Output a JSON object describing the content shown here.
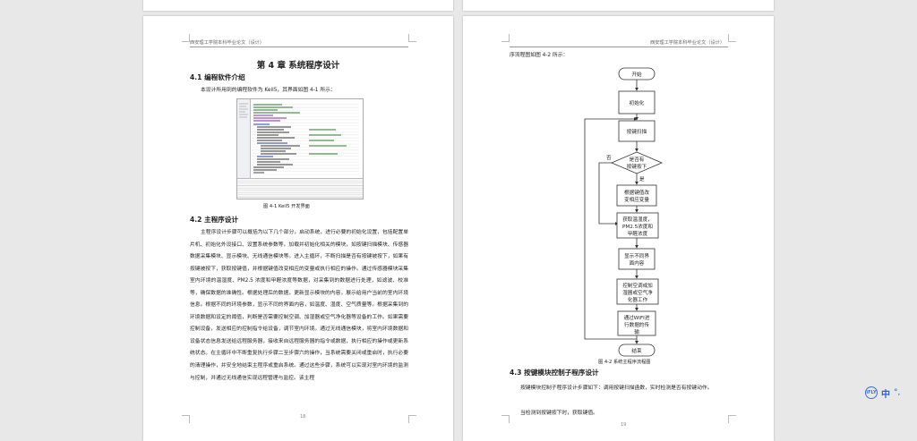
{
  "page_left": {
    "header": "西安理工学院本科毕业论文（设计）",
    "chapter_title": "第 4 章  系统程序设计",
    "section_4_1": "4.1 编程软件介绍",
    "intro": "本设计所用到的编程软件为 Keil5，其界面如图 4-1 所示：",
    "figure_caption": "图 4-1  Keil5 开发界面",
    "section_4_2": "4.2 主程序设计",
    "paragraph": "主程序设计步骤可以概括为以下几个部分，启动系统，进行必要的初始化设置，包括配置单片机、初始化外设接口、设置系统参数等。加载并初始化相关的模块，如按键扫描模块、传感器数据采集模块、显示模块、无线通信模块等。进入主循环，不断扫描是否有按键被按下，如果有按键被按下，获取按键值，并根据键值改变相应的变量或执行相应的操作。通过传感器模块采集室内环境的温湿度、PM2.5 浓度和甲醛浓度等数据，对采集到的数据进行处理，如滤波、校准等，确保数据的准确性。根据处理后的数据，更新显示模块的内容，展示给用户当前的室内环境信息。根据不同的环境参数，显示不同的界面内容，如温度、湿度、空气质量等。根据采集到的环境数据和设定的阈值，判断是否需要控制空调、加湿器或空气净化器等设备的工作。如果需要控制设备，发送相应的控制指令给设备，调节室内环境。通过无线通信模块，将室内环境数据和设备状态信息发送给远程服务器，接收来自远程服务器的指令或数据，执行相应的操作或更新系统状态。在主循环中不断重复执行步骤二至步骤六的操作，当系统需要关闭或重启时，执行必要的清理操作，并安全地结束主程序或重启系统。通过这些步骤，系统可以实现对室内环境的监测与控制，并通过无线通信实现远程管理与监控。该主程",
    "page_number": "18"
  },
  "page_right": {
    "header": "西安理工学院本科毕业论文（设计）",
    "lead": "序流程图如图 4-2 所示：",
    "flowchart": {
      "start": "开始",
      "init": "初始化",
      "scan": "按键扫描",
      "decision_line1": "是否有",
      "decision_line2": "按键按下",
      "no_label": "否",
      "yes_label": "是",
      "change_line1": "根据键值改",
      "change_line2": "变相应变量",
      "acquire_line1": "获取温湿度，",
      "acquire_line2": "PM2.5浓度和",
      "acquire_line3": "甲醛浓度",
      "display_line1": "显示不同界",
      "display_line2": "面内容",
      "control_line1": "控制空调或加",
      "control_line2": "湿器或空气净",
      "control_line3": "化器工作",
      "wifi_line1": "通过WIFI进",
      "wifi_line2": "行数据的传",
      "wifi_line3": "输",
      "end": "结束"
    },
    "figure_caption": "图 4-2  系统主程序流程图",
    "section_4_3": "4.3 按键模块控制子程序设计",
    "para1": "按键模块控制子程序设计步骤如下：调用按键扫描函数，实时检测是否有按键动作。",
    "para2": "当检测到按键按下时，获取键值。",
    "page_number": "19"
  },
  "tray": {
    "ime_logo": "iFLY",
    "lang": "中",
    "dots": "°,"
  }
}
